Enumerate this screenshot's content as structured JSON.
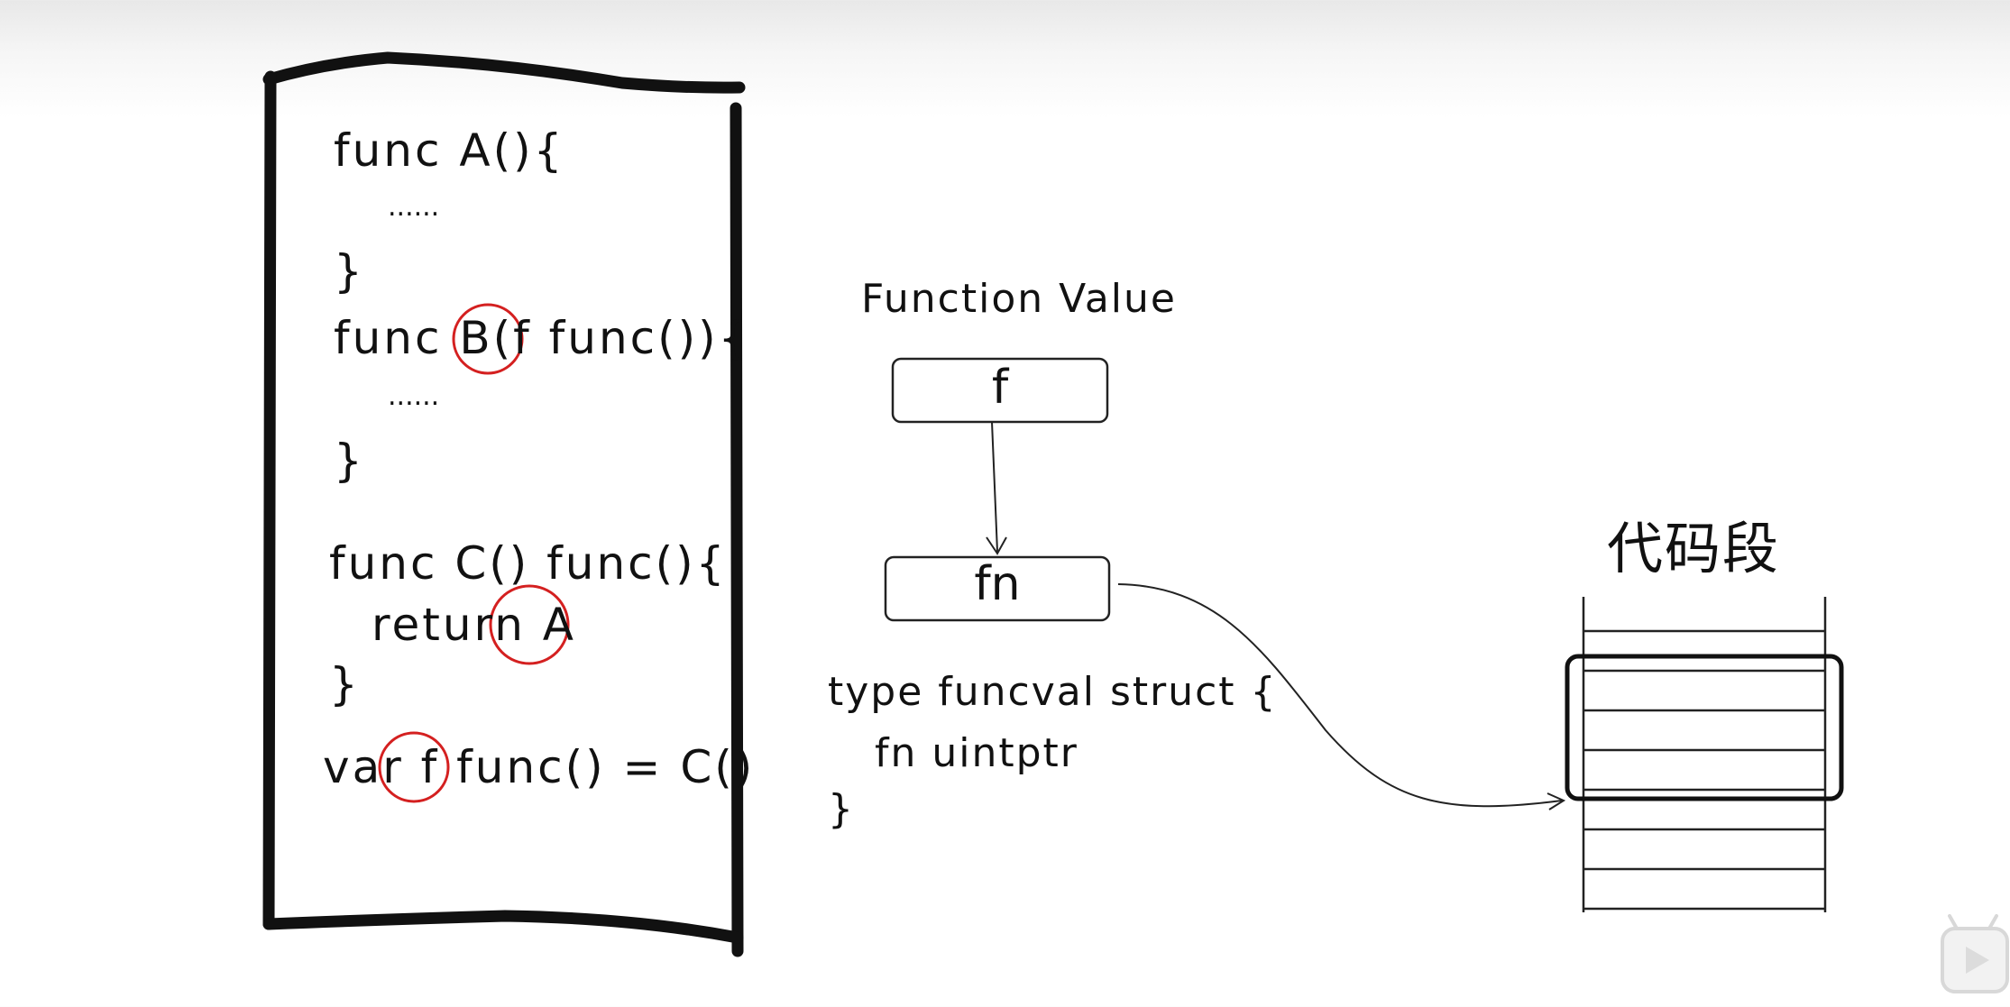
{
  "code_panel": {
    "lines": [
      "func A(){",
      "......",
      "}",
      "func B(f func()){",
      "......",
      "}",
      "func C() func(){",
      "return A",
      "}",
      "var f func() = C()"
    ]
  },
  "function_value": {
    "title": "Function Value",
    "field_f": "f",
    "field_fn": "fn"
  },
  "struct_def": {
    "line1": "type funcval struct {",
    "line2": "fn uintptr",
    "line3": "}"
  },
  "code_segment": {
    "title": "代码段",
    "row_count": 8
  },
  "colors": {
    "ink": "#111111",
    "highlight_circle": "#d42020",
    "background": "#ffffff"
  },
  "icons": {
    "player": "play-button-icon"
  }
}
